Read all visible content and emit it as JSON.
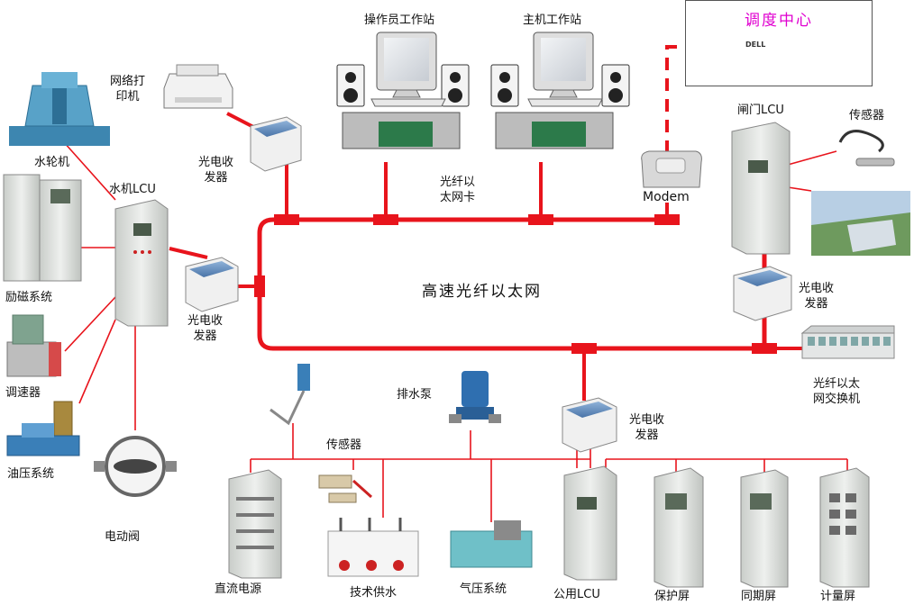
{
  "labels": {
    "operator_ws": "操作员工作站",
    "host_ws": "主机工作站",
    "dispatch_center": "调度中心",
    "dispatch_brand": "DELL",
    "network_printer": "网络打\n印机",
    "turbine": "水轮机",
    "unit_lcu": "水机LCU",
    "optical_transceiver_1": "光电收\n发器",
    "fiber_nic": "光纤以\n太网卡",
    "modem": "Modem",
    "gate_lcu": "闸门LCU",
    "sensor_top": "传感器",
    "excitation": "励磁系统",
    "optical_transceiver_2": "光电收\n发器",
    "network": "高速光纤以太网",
    "optical_transceiver_3": "光电收\n发器",
    "fiber_switch": "光纤以太\n网交换机",
    "governor": "调速器",
    "oil_pressure": "油压系统",
    "drain_pump": "排水泵",
    "sensor_bottom": "传感器",
    "optical_transceiver_4": "光电收\n发器",
    "motor_valve": "电动阀",
    "dc_power": "直流电源",
    "tech_water": "技术供水",
    "air_pressure": "气压系统",
    "common_lcu": "公用LCU",
    "protection": "保护屏",
    "sync": "同期屏",
    "metering": "计量屏"
  },
  "colors": {
    "network_line": "#e8141c",
    "thin_line": "#e8141c",
    "cabinet": "#d8dcd8",
    "dispatch_title": "#e000d0"
  }
}
